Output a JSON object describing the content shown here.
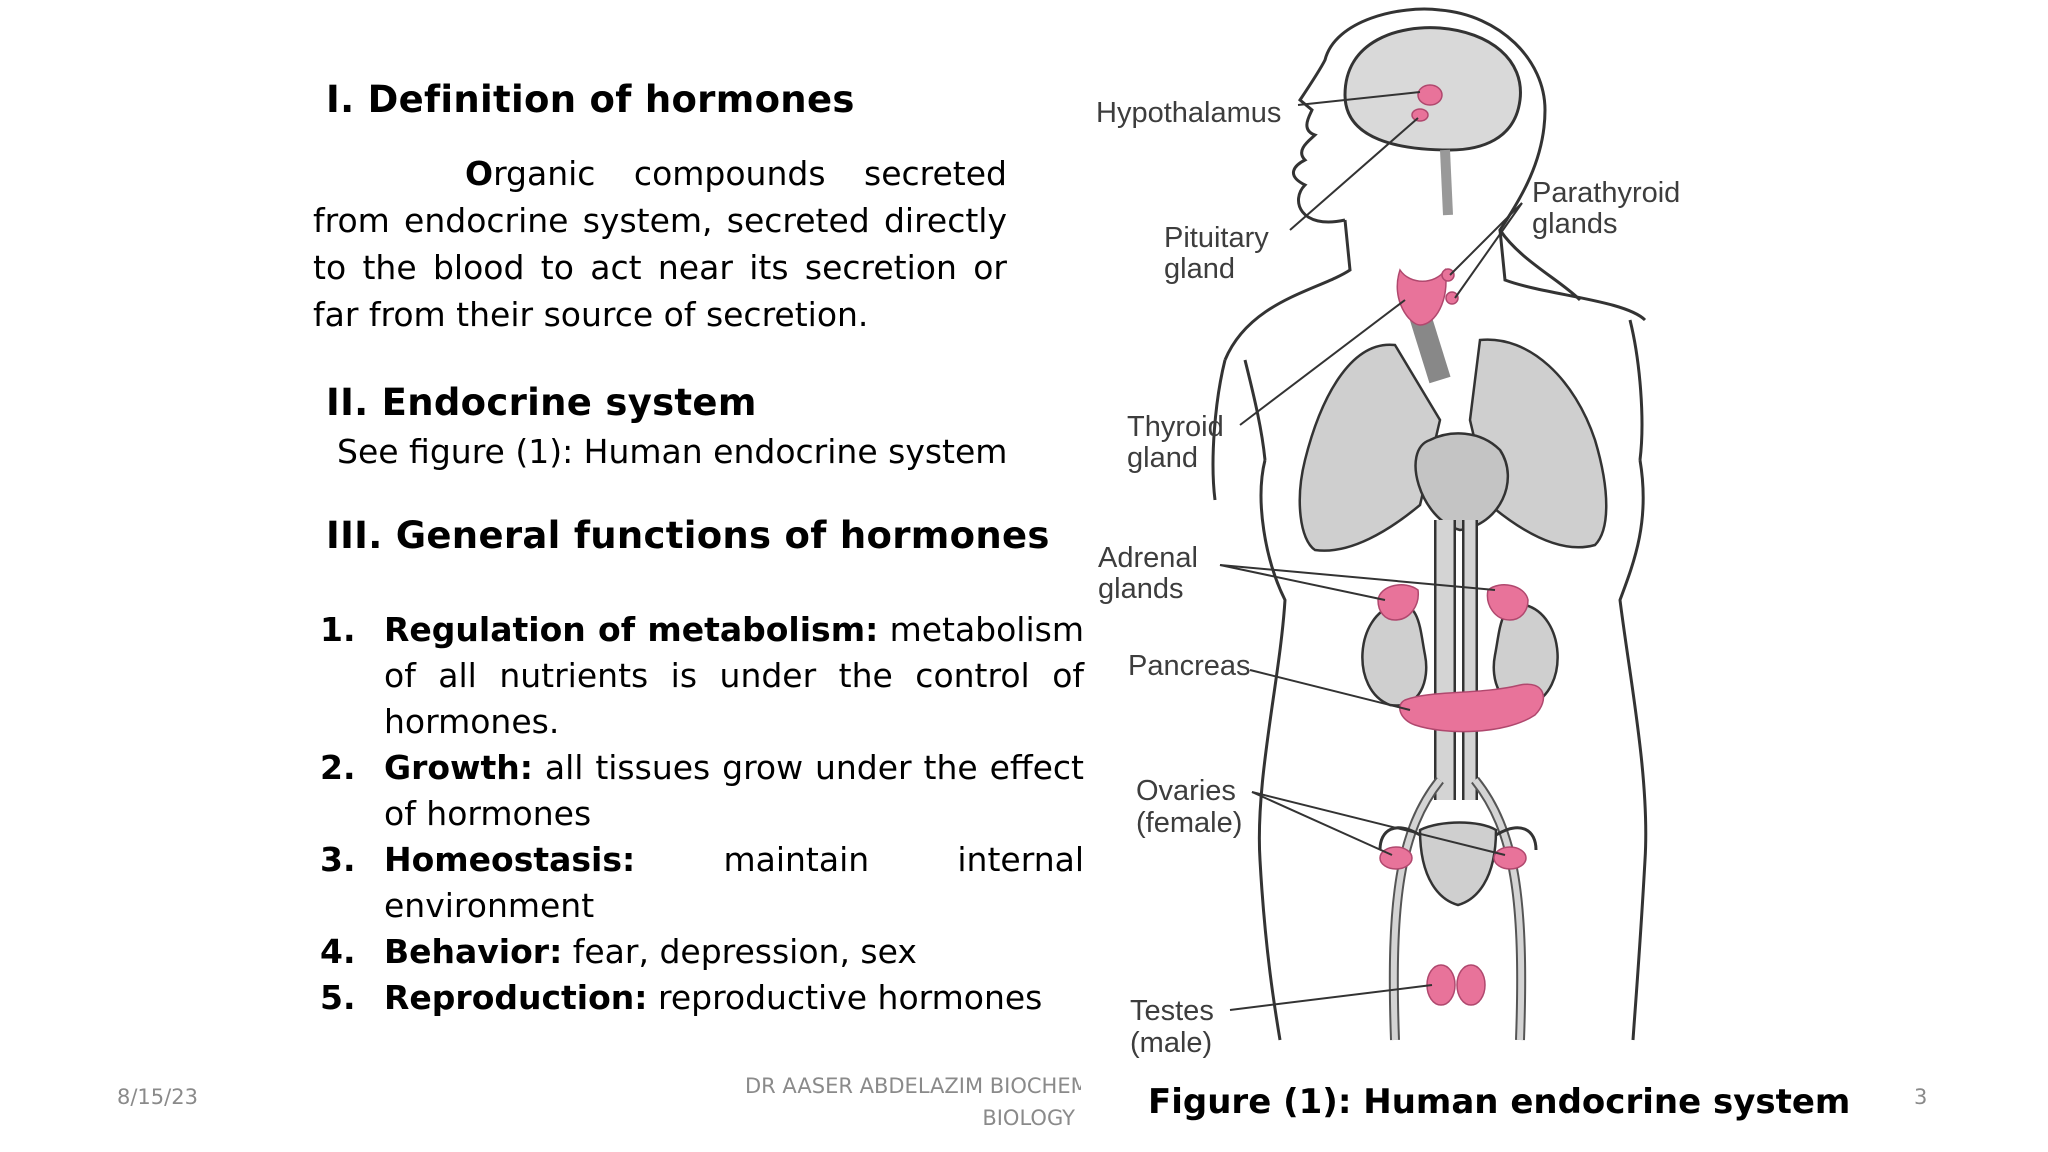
{
  "sections": {
    "def_heading": "I. Definition of hormones",
    "def_first_letter": "O",
    "def_text": "rganic compounds secreted from endocrine system, secreted directly to the blood to act  near its secretion or far from their source of secretion.",
    "endo_heading": "II. Endocrine system",
    "endo_text": "See figure (1): Human endocrine system",
    "func_heading": "III. General functions of hormones"
  },
  "functions": [
    {
      "num": "1.",
      "term": "Regulation of metabolism:",
      "desc": " metabolism of all nutrients is under the control of hormones."
    },
    {
      "num": "2.",
      "term": "Growth:",
      "desc": " all tissues grow under the effect of hormones"
    },
    {
      "num": "3.",
      "term": "Homeostasis:",
      "desc": " maintain internal environment"
    },
    {
      "num": "4.",
      "term": "Behavior:",
      "desc": " fear, depression, sex"
    },
    {
      "num": "5.",
      "term": "Reproduction:",
      "desc": " reproductive hormones"
    }
  ],
  "figure": {
    "labels": {
      "hypothalamus": "Hypothalamus",
      "pituitary_1": "Pituitary",
      "pituitary_2": "gland",
      "parathyroid_1": "Parathyroid",
      "parathyroid_2": "glands",
      "thyroid_1": "Thyroid",
      "thyroid_2": "gland",
      "adrenal_1": "Adrenal",
      "adrenal_2": "glands",
      "pancreas": "Pancreas",
      "ovaries_1": "Ovaries",
      "ovaries_2": "(female)",
      "testes_1": "Testes",
      "testes_2": "(male)"
    },
    "caption": "Figure (1): Human endocrine system",
    "colors": {
      "gland": "#e8739a",
      "organ": "#cfcfcf",
      "outline": "#333333"
    }
  },
  "footer": {
    "date": "8/15/23",
    "author_line1": "DR AASER ABDELAZIM  BIOCHEM",
    "author_line2": "BIOLOGY",
    "page": "3"
  }
}
